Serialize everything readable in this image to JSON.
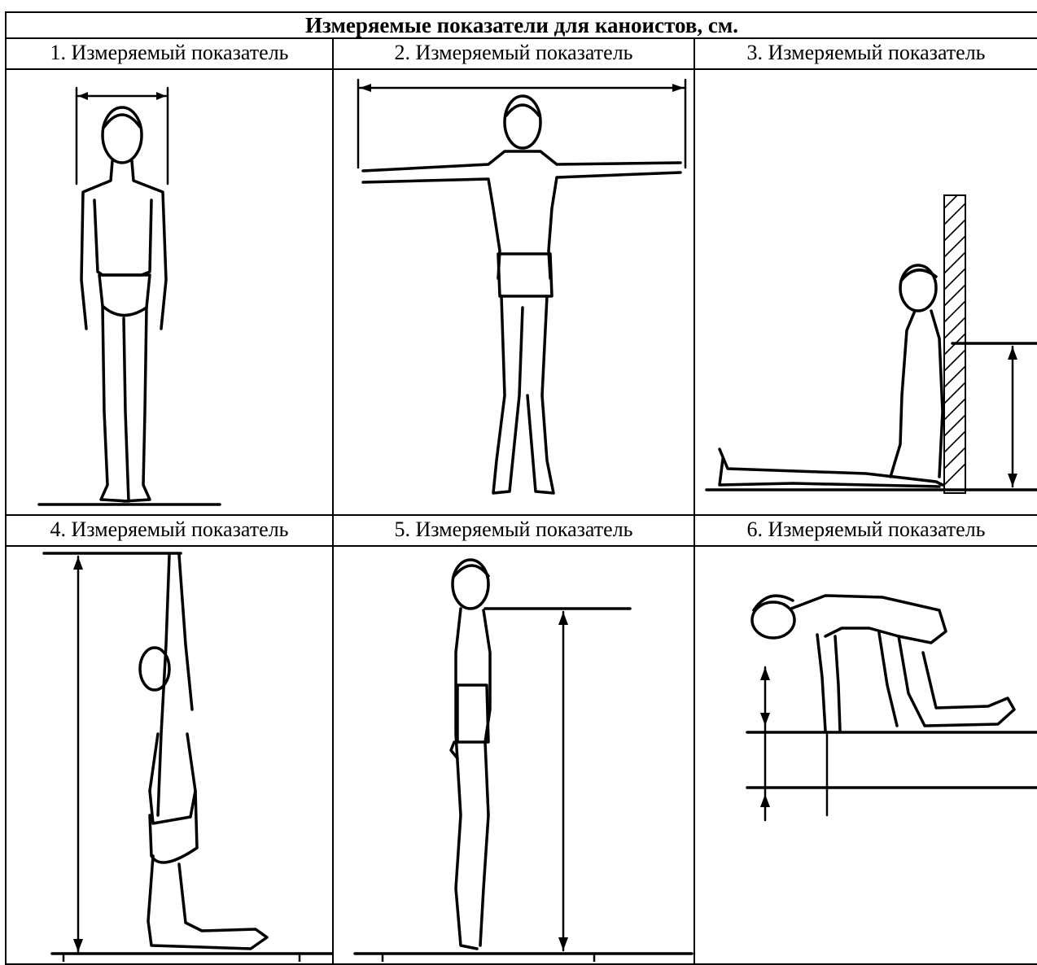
{
  "table": {
    "title": "Измеряемые показатели для каноистов, см.",
    "rows": [
      {
        "labels": [
          "1. Измеряемый показатель",
          "2. Измеряемый показатель",
          "3. Измеряемый показатель"
        ],
        "figures": [
          "standing-front-measure-figure",
          "arms-spread-measure-figure",
          "seated-wall-measure-figure"
        ]
      },
      {
        "labels": [
          "4. Измеряемый показатель",
          "5. Измеряемый показатель",
          "6. Измеряемый показатель"
        ],
        "figures": [
          "kneeling-reach-measure-figure",
          "standing-side-measure-figure",
          "kneeling-bent-measure-figure"
        ]
      }
    ]
  }
}
